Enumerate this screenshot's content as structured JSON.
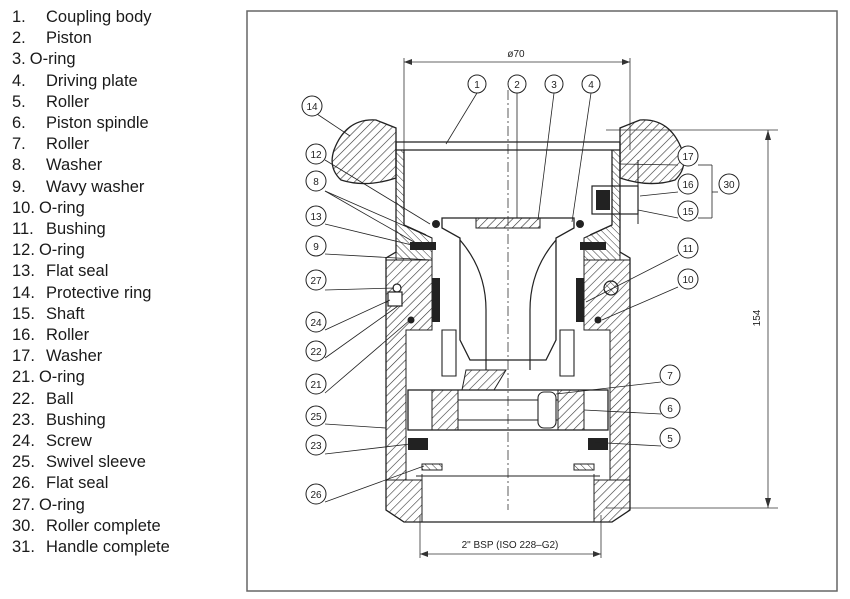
{
  "legend": [
    {
      "num": "1.",
      "label": "Coupling body",
      "highlight": false
    },
    {
      "num": "2.",
      "label": "Piston",
      "highlight": false
    },
    {
      "num": "3.",
      "label": "O-ring",
      "highlight": true
    },
    {
      "num": "4.",
      "label": "Driving plate",
      "highlight": false
    },
    {
      "num": "5.",
      "label": "Roller",
      "highlight": false
    },
    {
      "num": "6.",
      "label": "Piston spindle",
      "highlight": false
    },
    {
      "num": "7.",
      "label": "Roller",
      "highlight": false
    },
    {
      "num": "8.",
      "label": "Washer",
      "highlight": false
    },
    {
      "num": "9.",
      "label": "Wavy washer",
      "highlight": false
    },
    {
      "num": "10.",
      "label": "O-ring",
      "highlight": true
    },
    {
      "num": "11.",
      "label": "Bushing",
      "highlight": false
    },
    {
      "num": "12.",
      "label": "O-ring",
      "highlight": true
    },
    {
      "num": "13.",
      "label": "Flat seal",
      "highlight": false
    },
    {
      "num": "14.",
      "label": "Protective ring",
      "highlight": false
    },
    {
      "num": "15.",
      "label": "Shaft",
      "highlight": false
    },
    {
      "num": "16.",
      "label": "Roller",
      "highlight": false
    },
    {
      "num": "17.",
      "label": "Washer",
      "highlight": false
    },
    {
      "num": "21.",
      "label": "O-ring",
      "highlight": true
    },
    {
      "num": "22.",
      "label": "Ball",
      "highlight": false
    },
    {
      "num": "23.",
      "label": "Bushing",
      "highlight": false
    },
    {
      "num": "24.",
      "label": "Screw",
      "highlight": false
    },
    {
      "num": "25.",
      "label": "Swivel sleeve",
      "highlight": false
    },
    {
      "num": "26.",
      "label": "Flat seal",
      "highlight": false
    },
    {
      "num": "27.",
      "label": "O-ring",
      "highlight": true
    },
    {
      "num": "30.",
      "label": "Roller complete",
      "highlight": false
    },
    {
      "num": "31.",
      "label": "Handle complete",
      "highlight": false
    }
  ],
  "drawing": {
    "dim_top": "ø70",
    "dim_side": "154",
    "dim_bottom": "2\" BSP (ISO 228–G2)",
    "callouts_top": [
      "1",
      "2",
      "3",
      "4"
    ],
    "callouts_left": [
      "14",
      "12",
      "8",
      "13",
      "9",
      "27",
      "24",
      "22",
      "21",
      "25",
      "23",
      "26"
    ],
    "callouts_right": [
      "17",
      "16",
      "30",
      "15",
      "11",
      "10",
      "7",
      "6",
      "5"
    ]
  },
  "colors": {
    "highlight": "#fbf27a",
    "line": "#222222",
    "hatch": "#444444"
  }
}
